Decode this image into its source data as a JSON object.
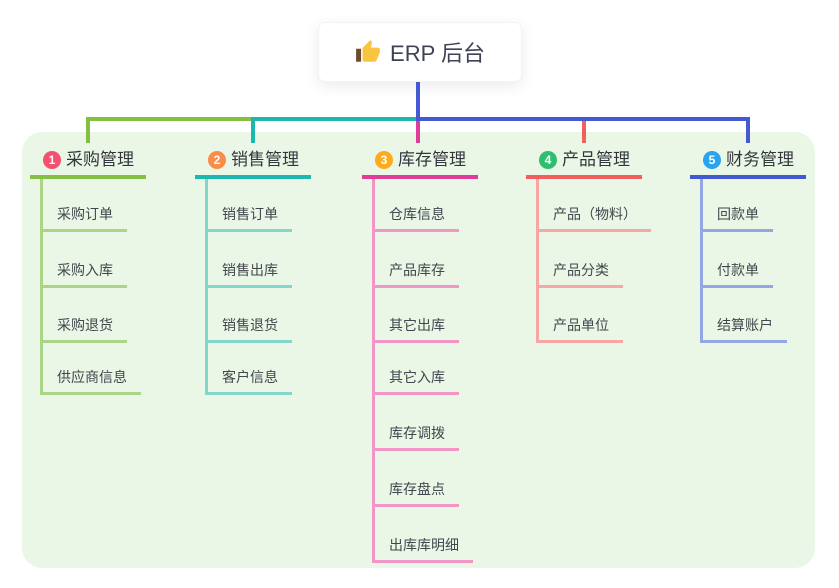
{
  "root": {
    "title": "ERP 后台",
    "icon": "thumbs-up-icon",
    "line_color": "#4459d4"
  },
  "panel_bg": "#ebf7e6",
  "branches": [
    {
      "index": "1",
      "title": "采购管理",
      "badge_color": "#f5506e",
      "line_color": "#85bf41",
      "child_line_color": "#aad486",
      "children": [
        "采购订单",
        "采购入库",
        "采购退货",
        "供应商信息"
      ]
    },
    {
      "index": "2",
      "title": "销售管理",
      "badge_color": "#fa8c48",
      "line_color": "#1cb8ae",
      "child_line_color": "#82d7cd",
      "children": [
        "销售订单",
        "销售出库",
        "销售退货",
        "客户信息"
      ]
    },
    {
      "index": "3",
      "title": "库存管理",
      "badge_color": "#fbab1c",
      "line_color": "#de3d9a",
      "child_line_color": "#f295c7",
      "children": [
        "仓库信息",
        "产品库存",
        "其它出库",
        "其它入库",
        "库存调拨",
        "库存盘点",
        "出库库明细"
      ]
    },
    {
      "index": "4",
      "title": "产品管理",
      "badge_color": "#2fbe6e",
      "line_color": "#f25f5f",
      "child_line_color": "#f8a6a4",
      "children": [
        "产品（物料）",
        "产品分类",
        "产品单位"
      ]
    },
    {
      "index": "5",
      "title": "财务管理",
      "badge_color": "#28a5f0",
      "line_color": "#4459d4",
      "child_line_color": "#93a6e6",
      "children": [
        "回款单",
        "付款单",
        "结算账户"
      ]
    }
  ]
}
